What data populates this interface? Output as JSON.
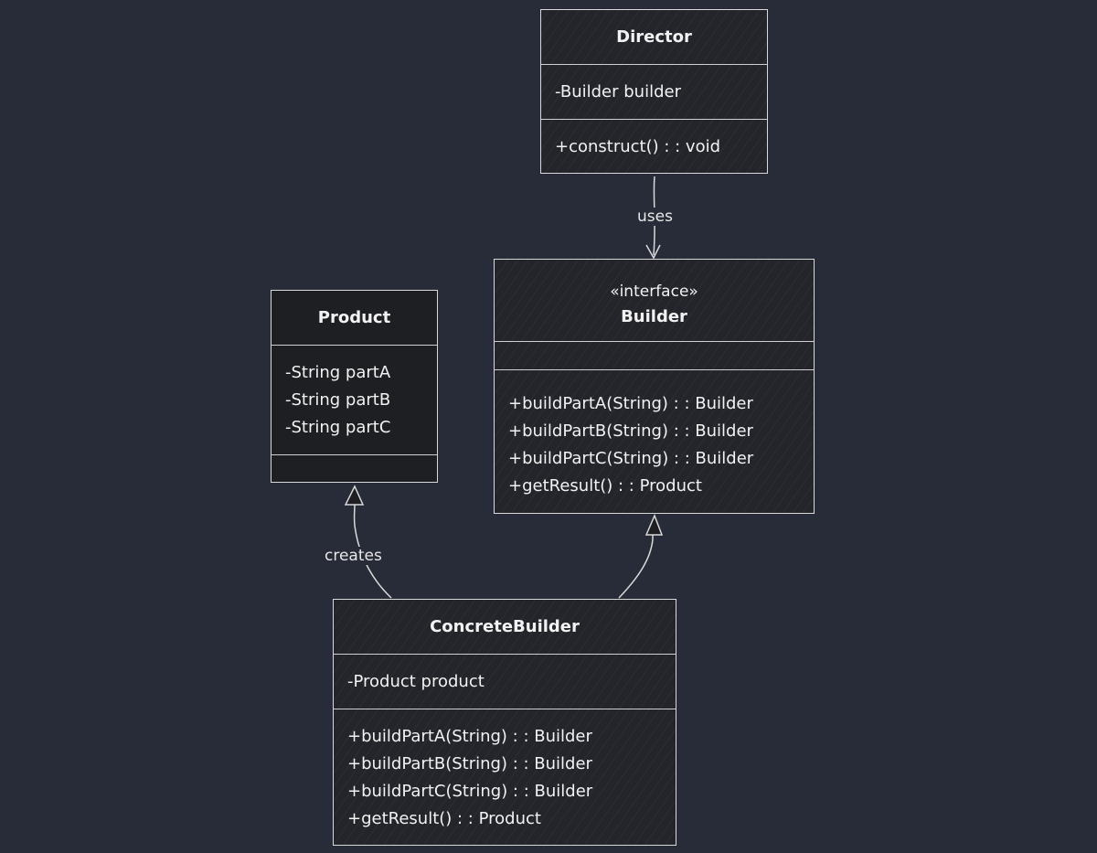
{
  "classes": {
    "director": {
      "name": "Director",
      "attributes": [
        "-Builder builder"
      ],
      "methods": [
        "+construct() : : void"
      ]
    },
    "builder": {
      "stereotype": "«interface»",
      "name": "Builder",
      "attributes": [],
      "methods": [
        "+buildPartA(String) : : Builder",
        "+buildPartB(String) : : Builder",
        "+buildPartC(String) : : Builder",
        "+getResult() : : Product"
      ]
    },
    "product": {
      "name": "Product",
      "attributes": [
        "-String partA",
        "-String partB",
        "-String partC"
      ],
      "methods": []
    },
    "concrete_builder": {
      "name": "ConcreteBuilder",
      "attributes": [
        "-Product product"
      ],
      "methods": [
        "+buildPartA(String) : : Builder",
        "+buildPartB(String) : : Builder",
        "+buildPartC(String) : : Builder",
        "+getResult() : : Product"
      ]
    }
  },
  "relations": {
    "director_uses_builder": {
      "label": "uses"
    },
    "concrete_creates_product": {
      "label": "creates"
    },
    "concrete_implements_builder": {
      "label": ""
    }
  },
  "colors": {
    "background": "#282c38",
    "stroke": "#d9d9d9",
    "text": "#f2f2f2"
  }
}
